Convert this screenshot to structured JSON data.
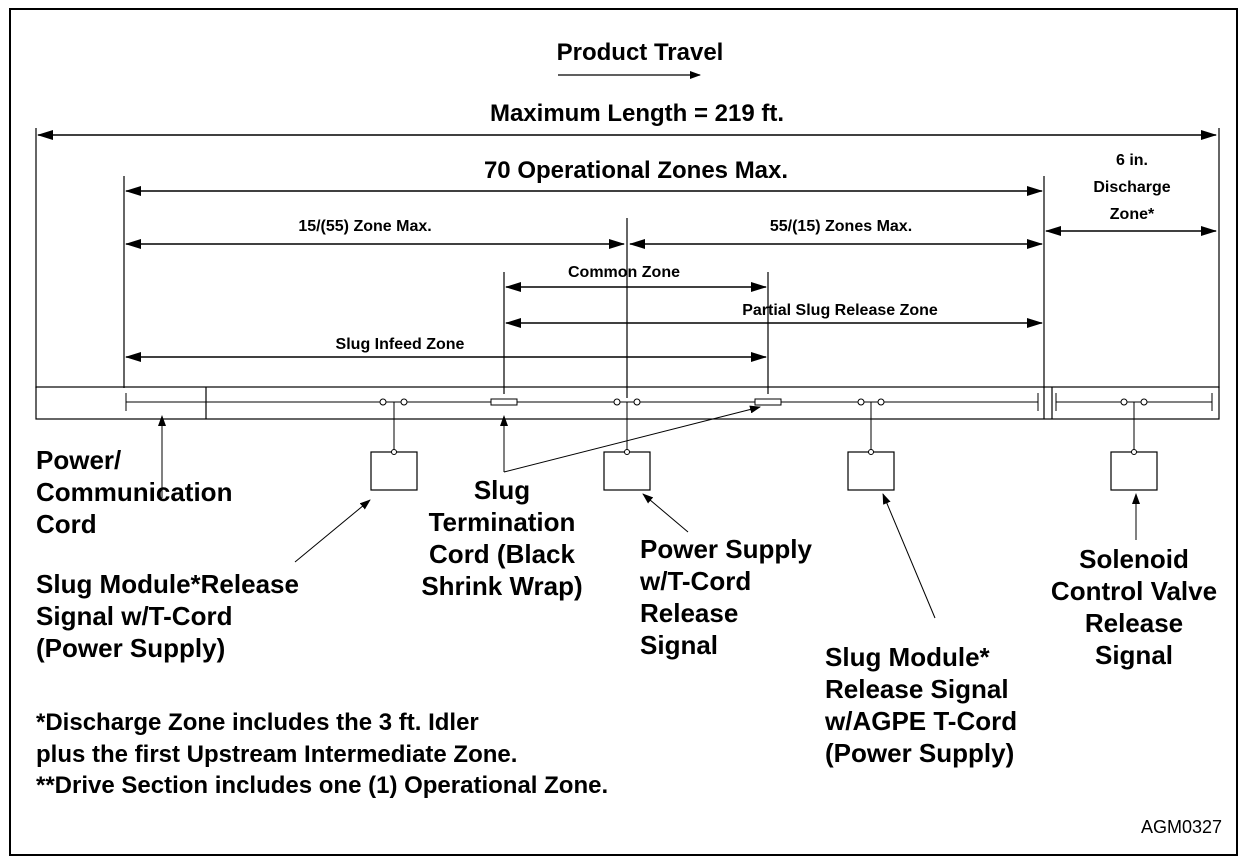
{
  "header": {
    "product_travel": "Product Travel",
    "max_length": "Maximum Length = 219 ft."
  },
  "dimensions": {
    "operational_zones": "70 Operational Zones Max.",
    "discharge_zone_lines": [
      "6 in.",
      "Discharge",
      "Zone*"
    ],
    "left_zone_max": "15/(55) Zone Max.",
    "right_zones_max": "55/(15) Zones Max.",
    "common_zone": "Common  Zone",
    "partial_slug_release_zone": "Partial Slug Release Zone",
    "slug_infeed_zone": "Slug Infeed Zone"
  },
  "callouts": {
    "power_cord": [
      "Power/",
      "Communication",
      "Cord"
    ],
    "slug_module_release_left": [
      "Slug Module*Release",
      "Signal w/T-Cord",
      "(Power Supply)"
    ],
    "slug_termination_cord": [
      "Slug",
      "Termination",
      "Cord (Black",
      "Shrink Wrap)"
    ],
    "power_supply_release": [
      "Power Supply",
      "w/T-Cord",
      "Release",
      "Signal"
    ],
    "slug_module_release_right": [
      "Slug Module*",
      "Release Signal",
      "w/AGPE T-Cord",
      "(Power Supply)"
    ],
    "solenoid_valve": [
      "Solenoid",
      "Control Valve",
      "Release",
      "Signal"
    ]
  },
  "notes": [
    "*Discharge Zone includes the 3 ft. Idler",
    "plus the first Upstream Intermediate Zone.",
    "**Drive Section includes one (1) Operational Zone."
  ],
  "figure_id": "AGM0327"
}
